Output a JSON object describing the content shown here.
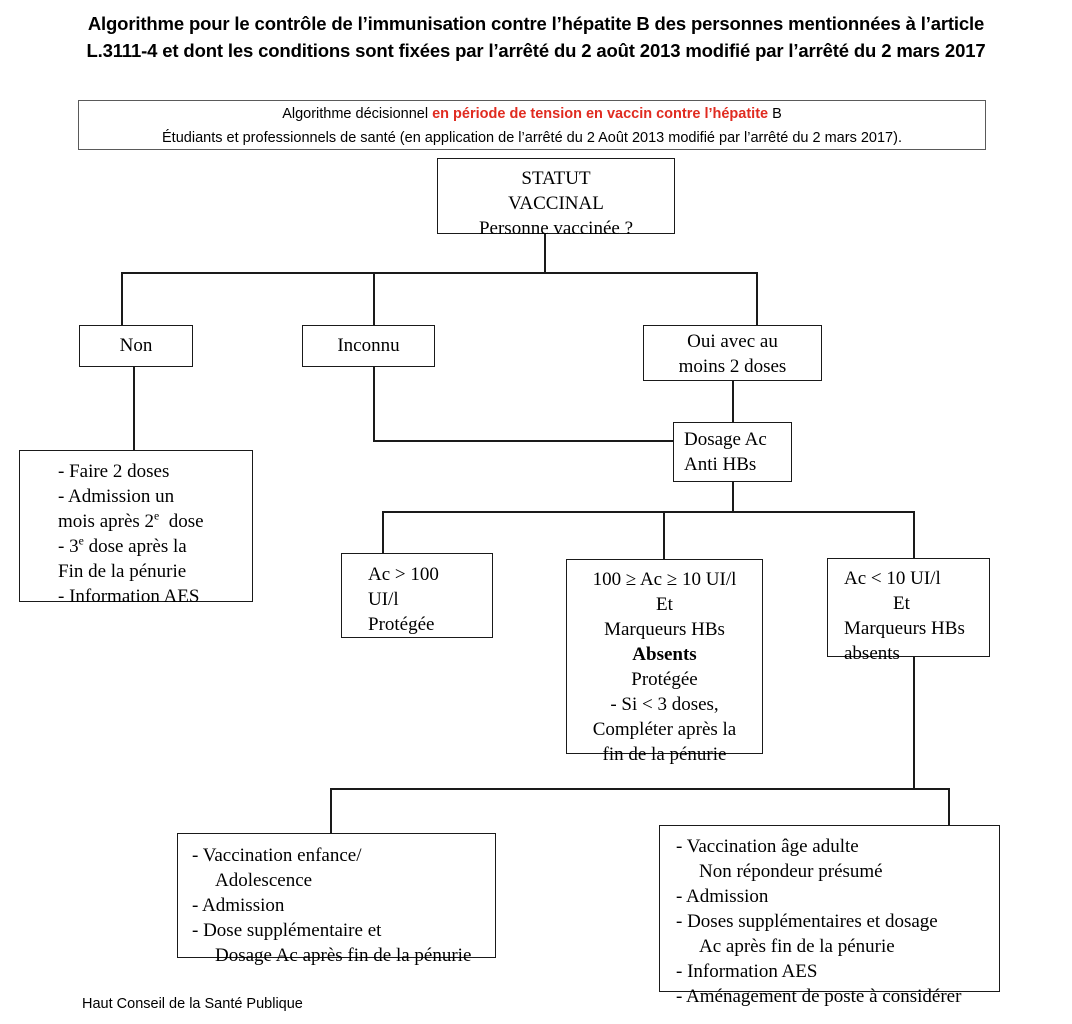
{
  "document": {
    "title": "Algorithme pour le contrôle de l’immunisation contre l’hépatite B des personnes mentionnées à l’article L.3111-4 et dont les conditions sont fixées par l’arrêté du 2 août 2013 modifié par l’arrêté du 2 mars 2017",
    "footer": "Haut Conseil de la Santé Publique"
  },
  "banner": {
    "line1_prefix": "Algorithme décisionnel ",
    "line1_highlight": "en période de tension en vaccin contre l’hépatite",
    "line1_suffix": " B",
    "line2": "Étudiants et professionnels de santé (en application de l’arrêté du 2 Août 2013 modifié par l’arrêté du 2 mars 2017)."
  },
  "nodes": {
    "root": {
      "id": "statut-vaccinal",
      "lines": [
        "STATUT",
        "VACCINAL",
        "Personne vaccinée ?"
      ]
    },
    "branch_non": {
      "id": "non",
      "lines": [
        "Non"
      ]
    },
    "branch_inconnu": {
      "id": "inconnu",
      "lines": [
        "Inconnu"
      ]
    },
    "branch_oui": {
      "id": "oui-deux-doses",
      "lines": [
        "Oui avec au",
        "moins 2 doses"
      ]
    },
    "dosage": {
      "id": "dosage-ac-anti-hbs",
      "lines": [
        "Dosage Ac",
        "Anti HBs"
      ]
    },
    "outcome_non": {
      "id": "conduite-non-vaccine",
      "lines": [
        "-  Faire 2 doses",
        "-  Admission un",
        "mois après 2e  dose",
        "- 3e dose après la",
        "Fin de la pénurie",
        "-  Information AES"
      ]
    },
    "ac_high": {
      "id": "ac-superieur-100",
      "lines": [
        "Ac > 100",
        "UI/l",
        "Protégée"
      ]
    },
    "ac_mid": {
      "id": "ac-entre-10-et-100",
      "lines": [
        "100 ≥ Ac ≥ 10 UI/l",
        "Et",
        "Marqueurs HBs",
        "Absents",
        "Protégée",
        "- Si < 3 doses,",
        "Compléter après la",
        "fin de la pénurie"
      ],
      "bold_line_index": 3
    },
    "ac_low": {
      "id": "ac-inferieur-10",
      "lines": [
        "Ac < 10 UI/l",
        "Et",
        "Marqueurs HBs",
        "absents"
      ]
    },
    "outcome_enfance": {
      "id": "conduite-vaccination-enfance",
      "lines": [
        "-  Vaccination enfance/",
        "Adolescence",
        "-  Admission",
        "-  Dose supplémentaire et",
        "Dosage Ac après fin de la pénurie"
      ]
    },
    "outcome_adulte": {
      "id": "conduite-vaccination-adulte",
      "lines": [
        "-  Vaccination âge adulte",
        "Non répondeur présumé",
        "-  Admission",
        "-  Doses supplémentaires et dosage",
        "Ac après fin de la pénurie",
        "-  Information AES",
        "-  Aménagement de poste à considérer"
      ]
    }
  },
  "colors": {
    "highlight": "#e02b20",
    "box_border": "#1a1a1a",
    "banner_border": "#5a5a5a",
    "background": "#ffffff"
  }
}
